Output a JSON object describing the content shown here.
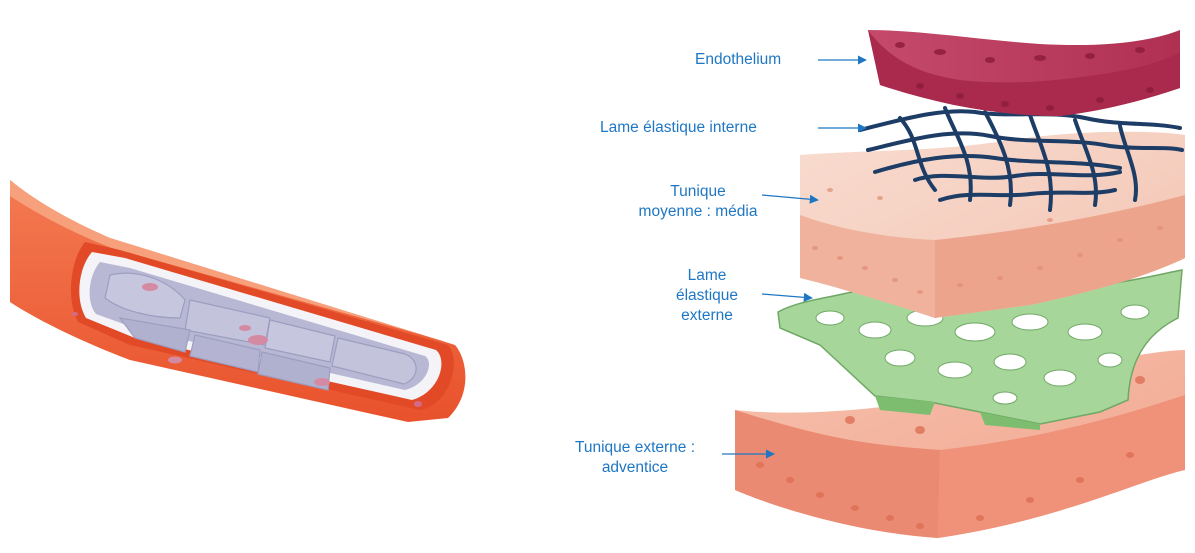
{
  "labels": {
    "endothelium": "Endothelium",
    "lame_interne": "Lame élastique interne",
    "media": [
      "Tunique",
      "moyenne : média"
    ],
    "lame_externe": [
      "Lame",
      "élastique",
      "externe"
    ],
    "adventice": [
      "Tunique externe :",
      "adventice"
    ]
  },
  "colors": {
    "label_text": "#1f77c4",
    "arrow": "#1f77c4",
    "endothelium": "#b83a5c",
    "elastic_interne": "#1d3d66",
    "media": "#f2b9a5",
    "elastic_externe": "#8cc47f",
    "adventice": "#f1a48e",
    "vessel_outer": "#f06440",
    "vessel_lumen": "#b9b9d6"
  }
}
